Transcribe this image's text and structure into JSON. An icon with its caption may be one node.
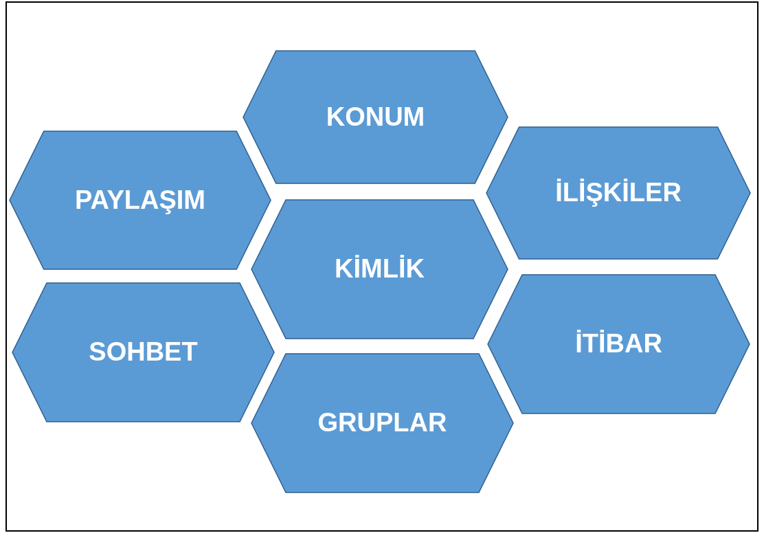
{
  "diagram": {
    "nodes": [
      {
        "text": [
          "KONUM"
        ]
      },
      {
        "text": [
          "PAYLAŞIM"
        ]
      },
      {
        "text": [
          "İLİŞKİLER"
        ]
      },
      {
        "text": [
          "KİMLİK"
        ]
      },
      {
        "text": [
          "SOHBET"
        ]
      },
      {
        "text": [
          "İTİBAR"
        ]
      },
      {
        "text": [
          "GRUPLAR"
        ]
      }
    ]
  }
}
